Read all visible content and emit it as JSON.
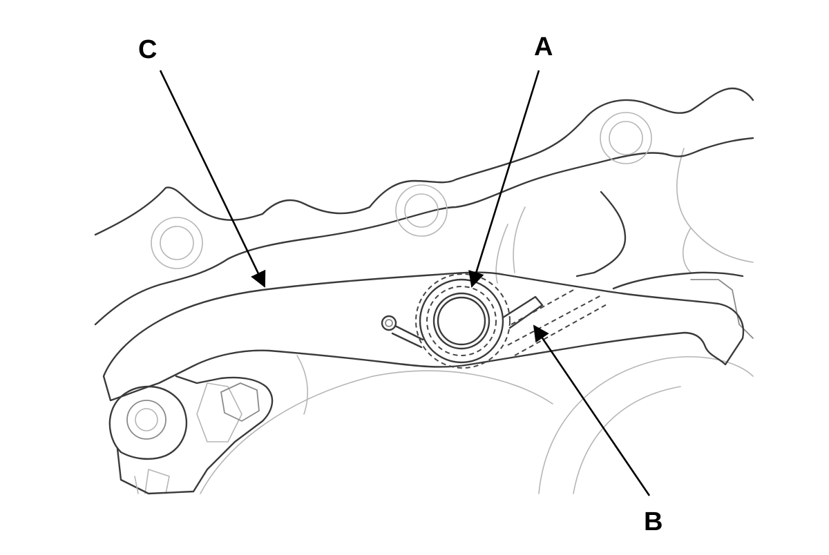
{
  "callouts": {
    "a": "A",
    "b": "B",
    "c": "C"
  },
  "colors": {
    "line": "#3a3a3a",
    "faint": "#b5b5b5",
    "leader": "#000000",
    "background": "#ffffff"
  }
}
